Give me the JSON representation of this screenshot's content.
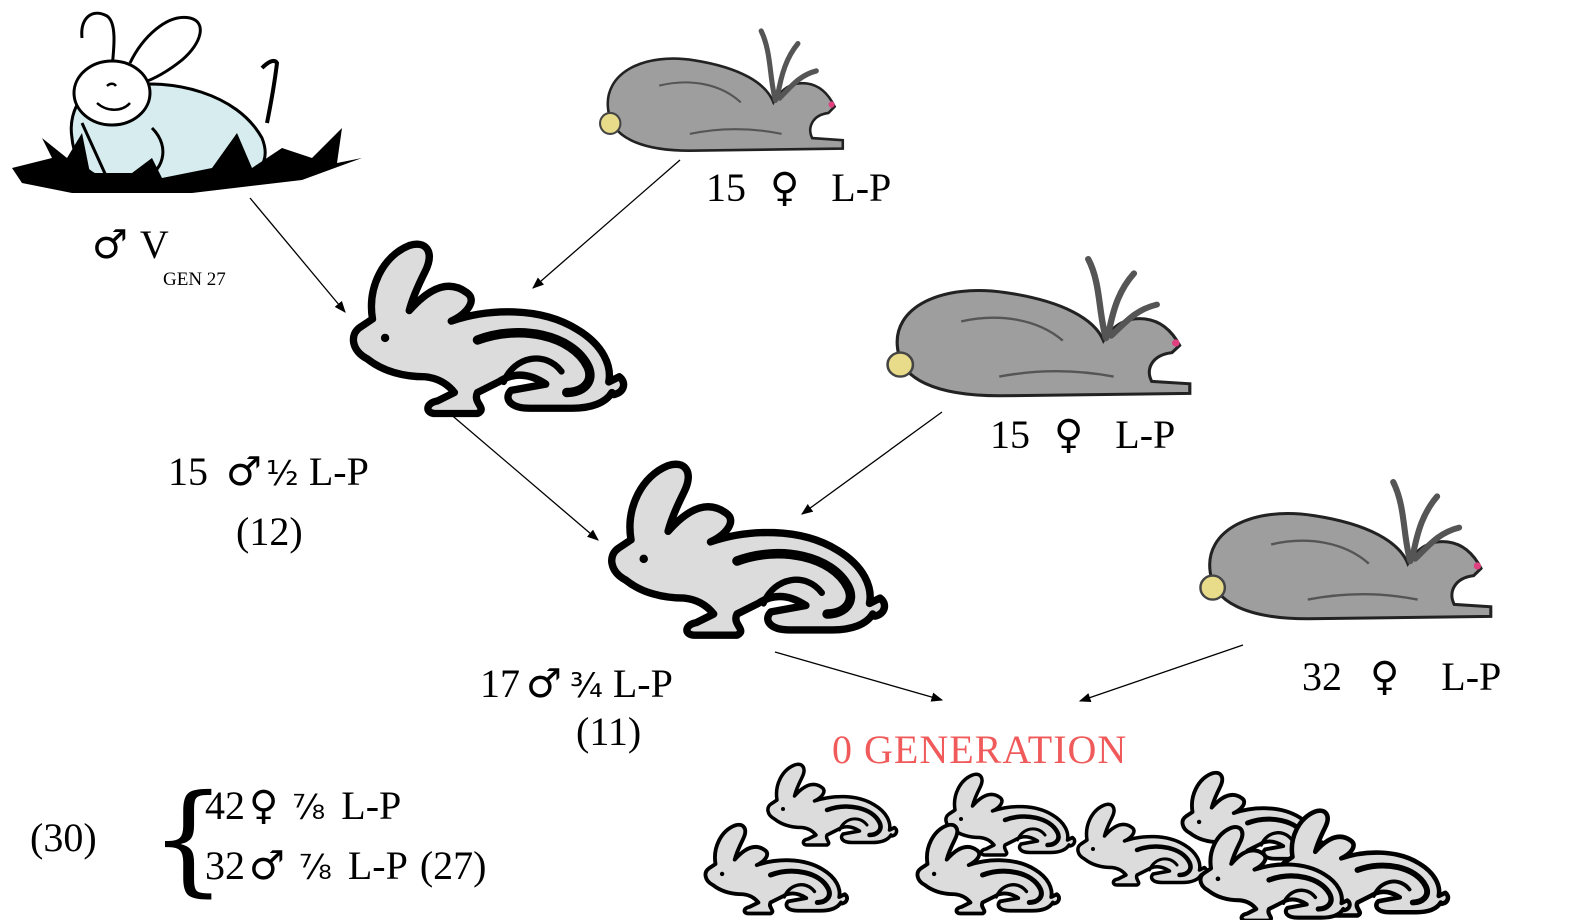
{
  "founder_male": {
    "symbol": "♂",
    "label": "V",
    "sublabel": "GEN 27"
  },
  "female_1": {
    "count": "15",
    "symbol": "♀",
    "breed": "L-P"
  },
  "f1_male": {
    "count": "15",
    "symbol": "♂",
    "fraction": "½",
    "breed": "L-P",
    "gen": "(12)"
  },
  "female_2": {
    "count": "15",
    "symbol": "♀",
    "breed": "L-P"
  },
  "f2_male": {
    "count": "17",
    "symbol": "♂",
    "fraction": "¾",
    "breed": "L-P",
    "gen": "(11)"
  },
  "female_3": {
    "count": "32",
    "symbol": "♀",
    "breed": "L-P"
  },
  "zero_generation": {
    "title": "0 GENERATION",
    "color": "#f05a5a"
  },
  "offspring": {
    "gen": "(30)",
    "brace": "{",
    "females": {
      "count": "42",
      "symbol": "♀",
      "fraction": "⅞",
      "breed": "L-P"
    },
    "males": {
      "count": "32",
      "symbol": "♂",
      "fraction": "⅞",
      "breed": "L-P",
      "gen": "(27)"
    }
  },
  "icons": [
    "founder-rabbit-icon",
    "grey-doe-icon",
    "white-buck-icon",
    "rabbit-cluster-icon"
  ],
  "colors": {
    "doe_body": "#9e9e9e",
    "founder_body": "#d6ecee",
    "buck_fill": "#dcdcdc",
    "accent_red": "#f05a5a"
  }
}
